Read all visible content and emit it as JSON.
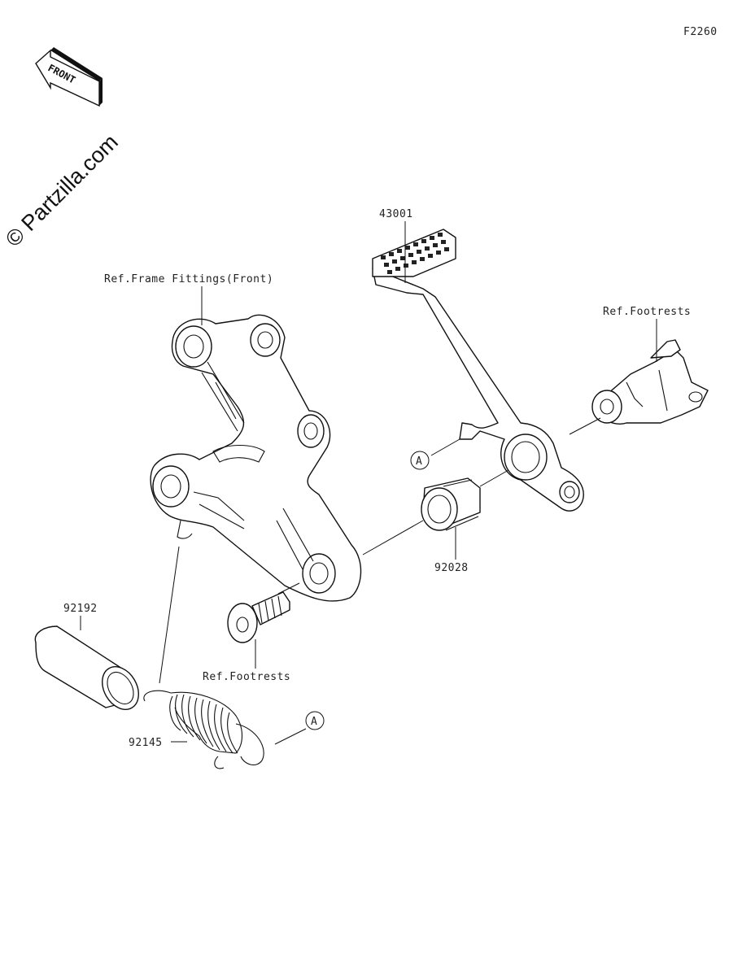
{
  "diagram_code": "F2260",
  "watermark": "© Partzilla.com",
  "front_arrow_label": "FRONT",
  "labels": {
    "brake_pedal": "43001",
    "frame_ref": "Ref.Frame Fittings(Front)",
    "footrests_ref_top": "Ref.Footrests",
    "footrests_ref_bottom": "Ref.Footrests",
    "bushing_92028": "92028",
    "collar_92192": "92192",
    "spring_92145": "92145",
    "marker_a_upper": "A",
    "marker_a_lower": "A"
  }
}
